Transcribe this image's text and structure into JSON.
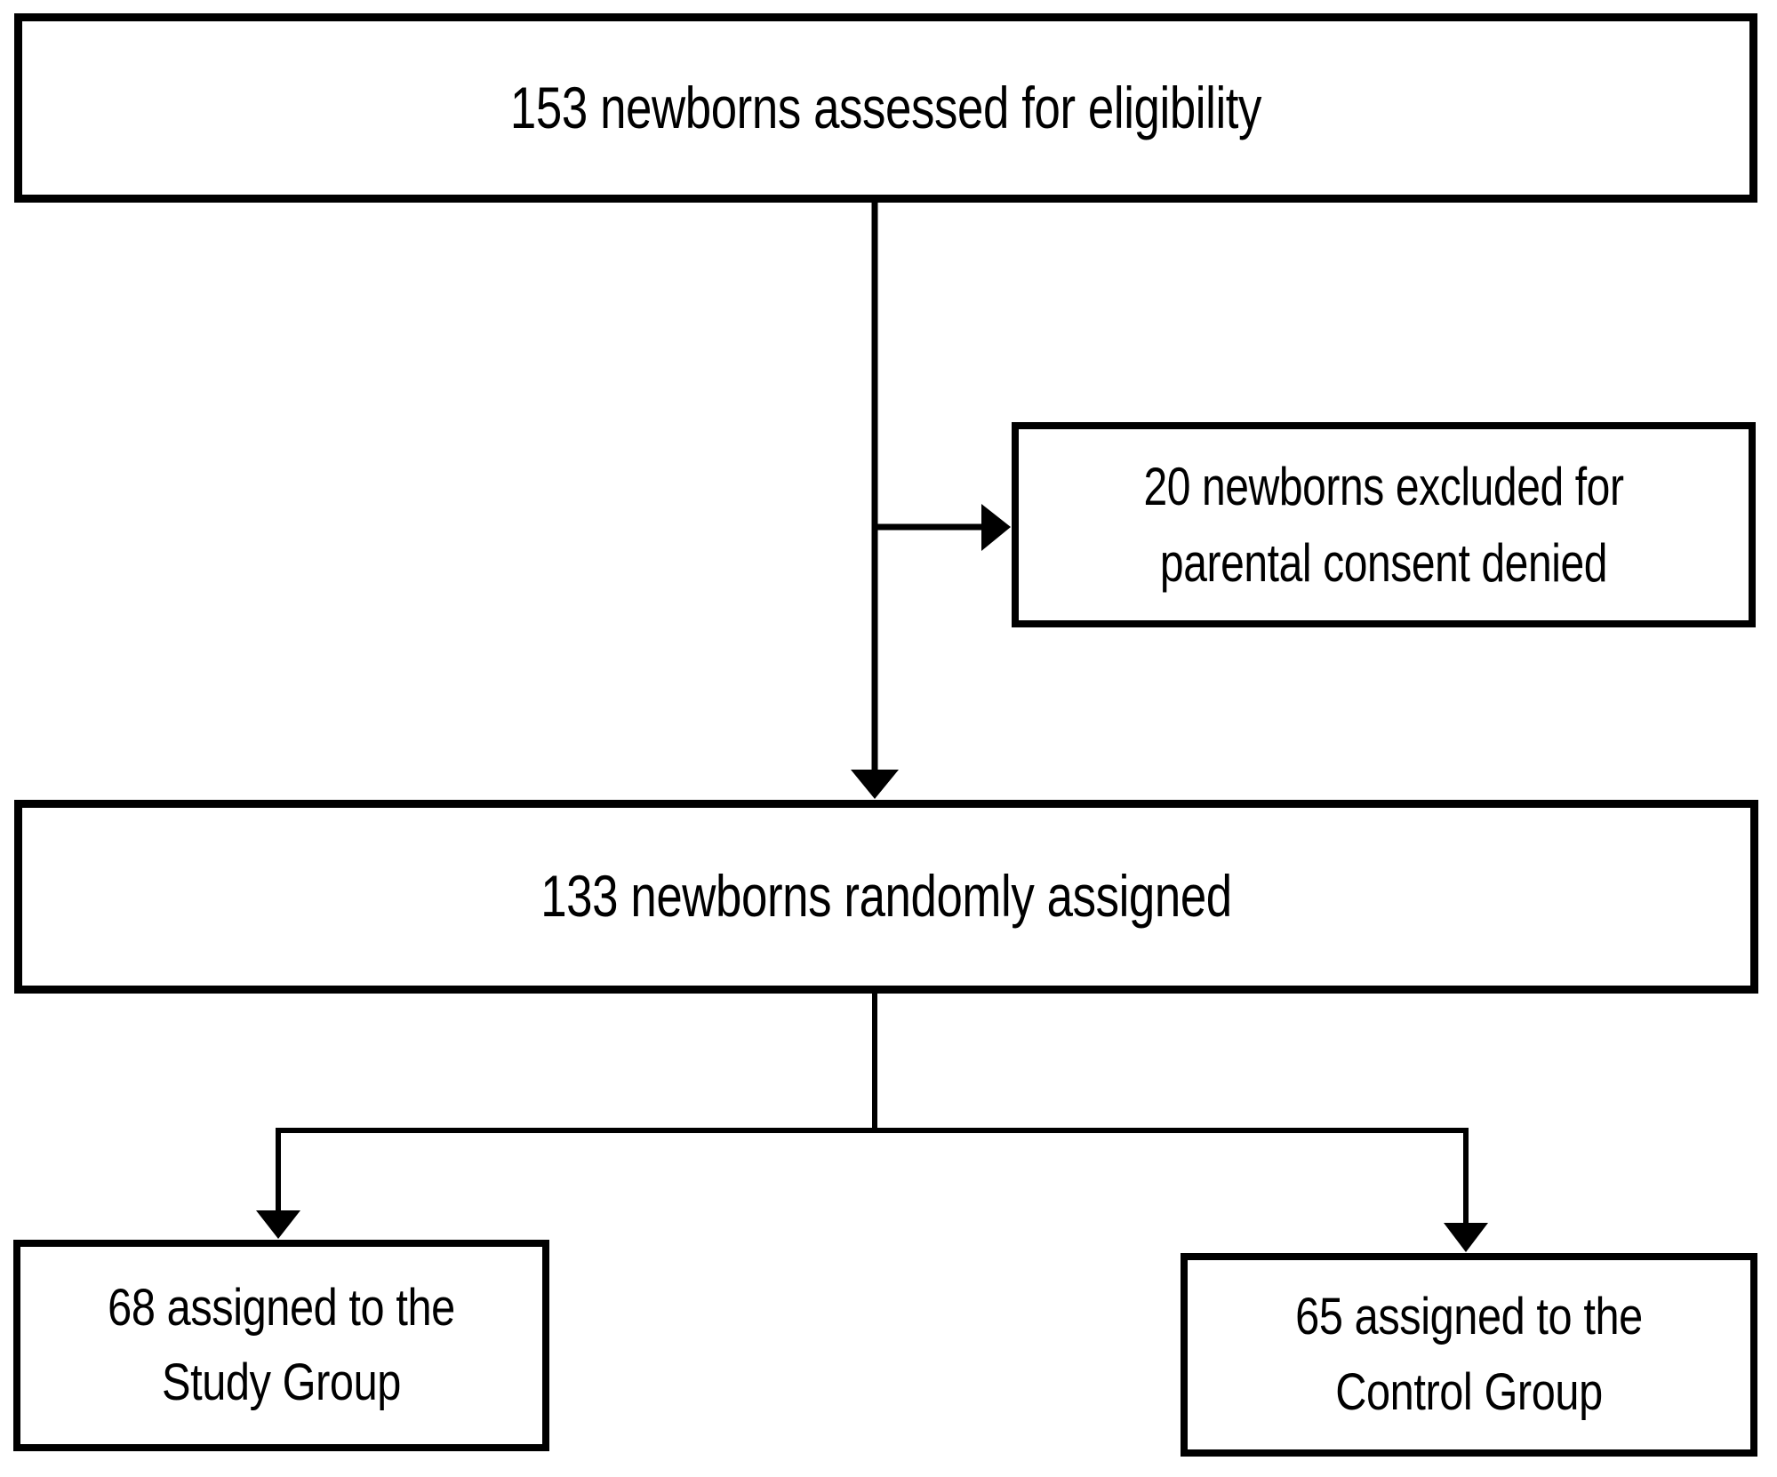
{
  "diagram": {
    "type": "flowchart",
    "title": "CONSORT participant flow diagram",
    "colors": {
      "background": "#ffffff",
      "stroke": "#000000",
      "text": "#000000"
    },
    "nodes": {
      "assessed": {
        "label": "153 newborns assessed for eligibility",
        "count": 153
      },
      "excluded": {
        "label": "20 newborns excluded  for parental consent denied",
        "line1": "20 newborns excluded  for",
        "line2": "parental consent denied",
        "count": 20
      },
      "randomized": {
        "label": "133 newborns randomly assigned",
        "count": 133
      },
      "study_group": {
        "label": "68 assigned to the Study Group",
        "line1": "68 assigned to the",
        "line2": "Study Group",
        "count": 68
      },
      "control_group": {
        "label": "65 assigned to the Control Group",
        "line1": "65 assigned to the",
        "line2": "Control Group",
        "count": 65
      }
    },
    "connectors": [
      {
        "name": "assessed-to-randomized",
        "from": "assessed",
        "to": "randomized",
        "arrowhead": "down"
      },
      {
        "name": "assessed-to-excluded",
        "from": "assessed",
        "to": "excluded",
        "arrowhead": "right"
      },
      {
        "name": "randomized-to-study-group",
        "from": "randomized",
        "to": "study_group",
        "arrowhead": "down"
      },
      {
        "name": "randomized-to-control-group",
        "from": "randomized",
        "to": "control_group",
        "arrowhead": "down"
      }
    ]
  }
}
